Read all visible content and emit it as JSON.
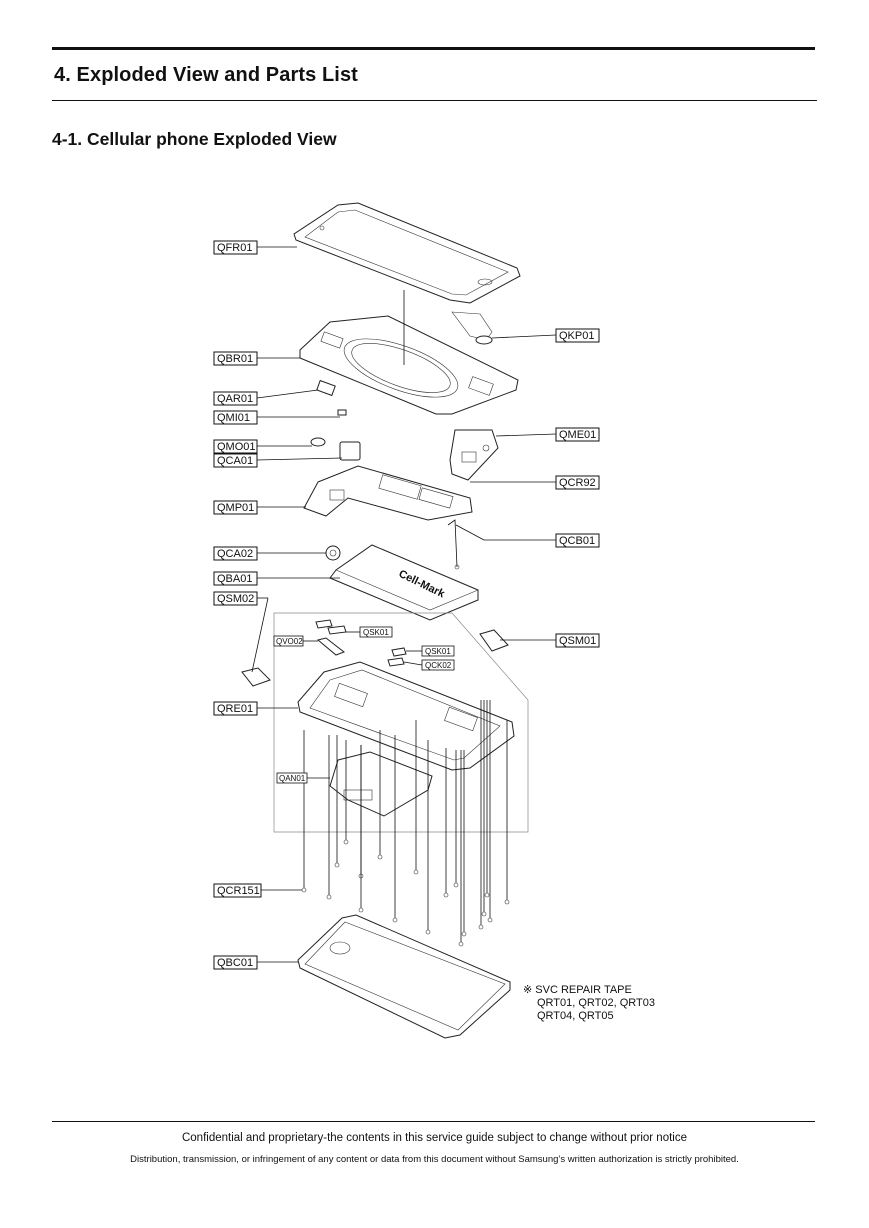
{
  "document": {
    "section_title": "4. Exploded View and Parts List",
    "subsection_title": "4-1. Cellular phone Exploded View"
  },
  "callouts": {
    "qfr01": "QFR01",
    "qbr01": "QBR01",
    "qar01": "QAR01",
    "qmi01": "QMI01",
    "qmo01": "QMO01",
    "qca01": "QCA01",
    "qmp01": "QMP01",
    "qca02": "QCA02",
    "qba01": "QBA01",
    "qsm02": "QSM02",
    "qre01": "QRE01",
    "qcr151": "QCR151",
    "qbc01": "QBC01",
    "qkp01": "QKP01",
    "qme01": "QME01",
    "qcr92": "QCR92",
    "qcb01": "QCB01",
    "qsm01": "QSM01",
    "qsk01_a": "QSK01",
    "qvo02": "QVO02",
    "qsk01_b": "QSK01",
    "qck02": "QCK02",
    "qan01": "QAN01"
  },
  "battery_mark": "Cell-Mark",
  "note": {
    "line1": "※ SVC REPAIR TAPE",
    "line2": "QRT01, QRT02, QRT03",
    "line3": "QRT04, QRT05"
  },
  "footer": {
    "line1": "Confidential and proprietary-the contents in this service guide subject to change without prior notice",
    "line2": "Distribution, transmission, or infringement of any content or data from this document without Samsung’s written authorization is strictly prohibited."
  }
}
